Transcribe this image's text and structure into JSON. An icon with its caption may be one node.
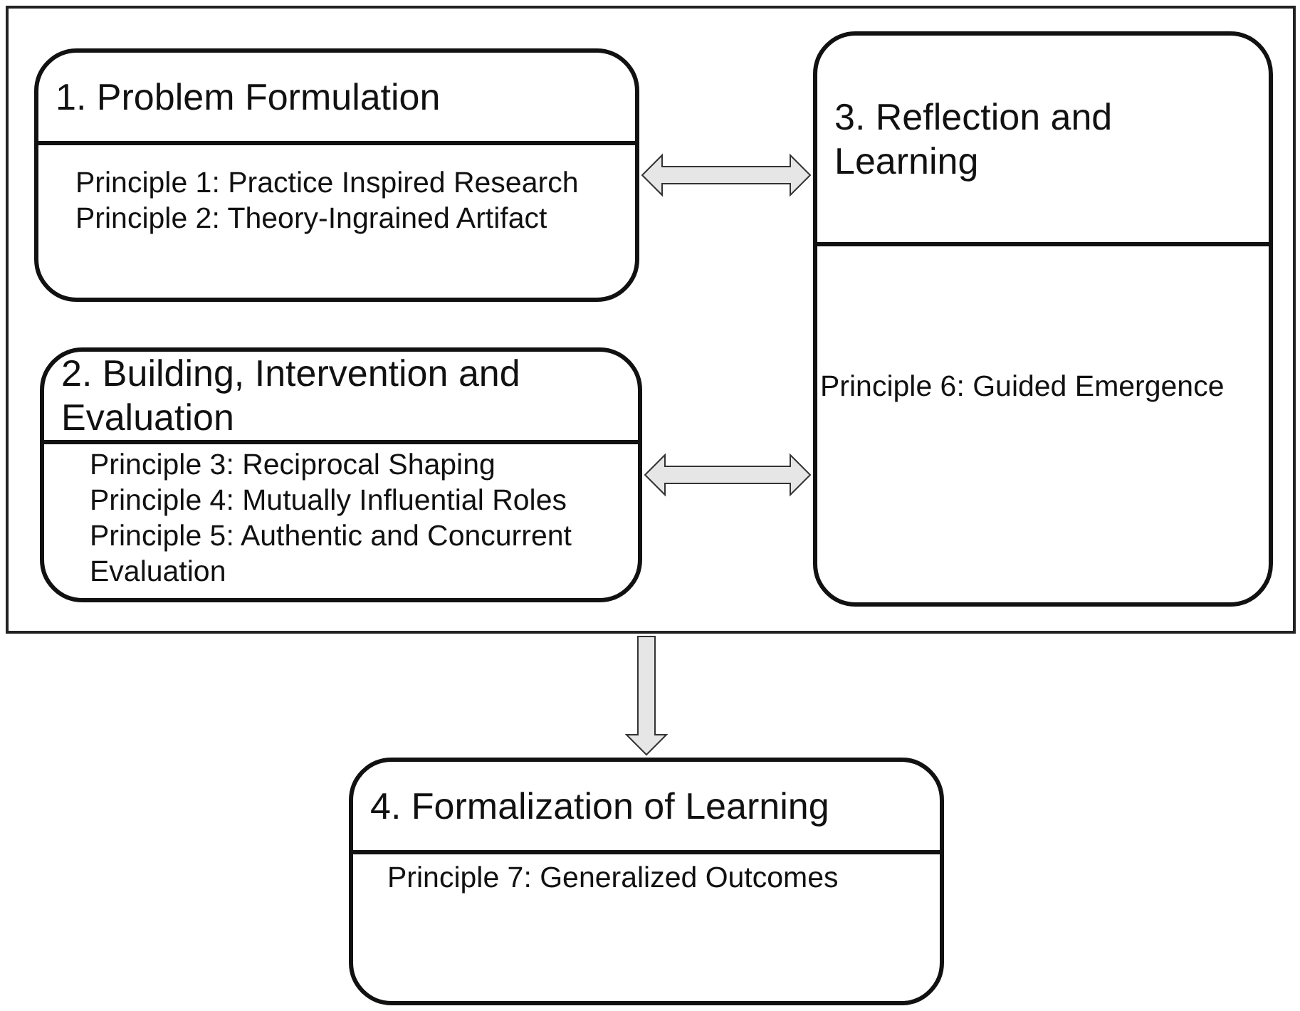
{
  "diagram": {
    "nodes": [
      {
        "text": [],
        "shape": "box"
      },
      {
        "text": [
          "1. Problem Formulation",
          "Principle 1: Practice Inspired Research",
          "Principle 2: Theory-Ingrained Artifact"
        ],
        "in": 0
      },
      {
        "text": [
          "2. Building, Intervention and Evaluation",
          "Principle 3: Reciprocal Shaping",
          "Principle 4: Mutually Influential Roles",
          "Principle 5: Authentic and Concurrent Evaluation"
        ],
        "in": 0
      },
      {
        "text": [
          "3. Reflection and Learning",
          "Principle 6: Guided Emergence"
        ],
        "in": 0
      },
      {
        "text": [
          "4. Formalization of Learning",
          "Principle 7: Generalized Outcomes"
        ]
      }
    ],
    "edges": [
      {
        "from": 1,
        "to": 3,
        "arrow": "both"
      },
      {
        "from": 2,
        "to": 3,
        "arrow": "both"
      },
      {
        "from": 0,
        "to": 4,
        "arrow": "to"
      }
    ]
  }
}
